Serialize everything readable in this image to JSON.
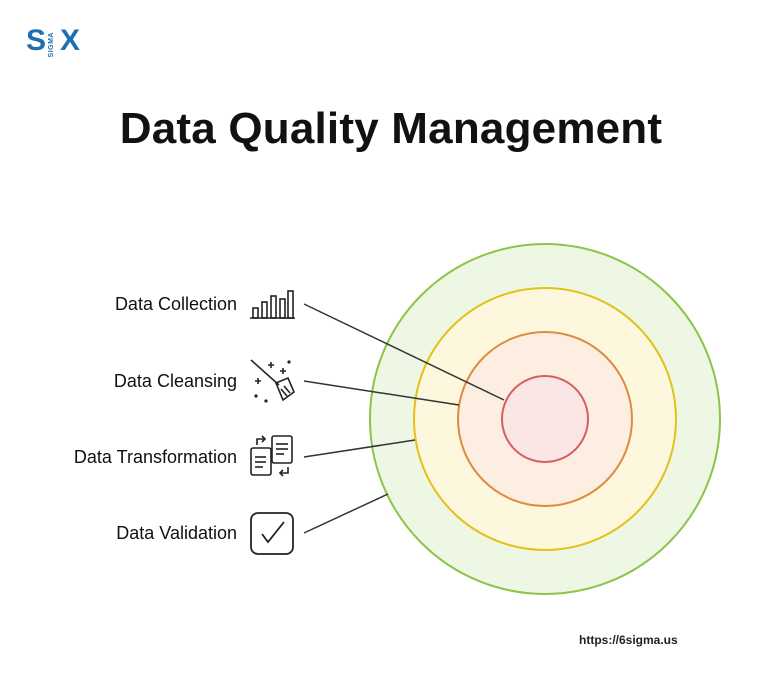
{
  "logo": {
    "left": "S",
    "middle": "SIGMA",
    "right": "X"
  },
  "title": "Data Quality Management",
  "items": [
    {
      "label": "Data Collection",
      "icon": "bar-chart-icon"
    },
    {
      "label": "Data Cleansing",
      "icon": "broom-sparkle-icon"
    },
    {
      "label": "Data Transformation",
      "icon": "documents-exchange-icon"
    },
    {
      "label": "Data Validation",
      "icon": "checkbox-check-icon"
    }
  ],
  "colors": {
    "ring_outer_fill": "#eef7e3",
    "ring_outer_stroke": "#8cc44a",
    "ring_2_fill": "#fdf8dd",
    "ring_2_stroke": "#e3c11a",
    "ring_3_fill": "#fcefe2",
    "ring_3_stroke": "#df8a40",
    "ring_inner_fill": "#fbe6e6",
    "ring_inner_stroke": "#d85d5d"
  },
  "footer_url": "https://6sigma.us"
}
